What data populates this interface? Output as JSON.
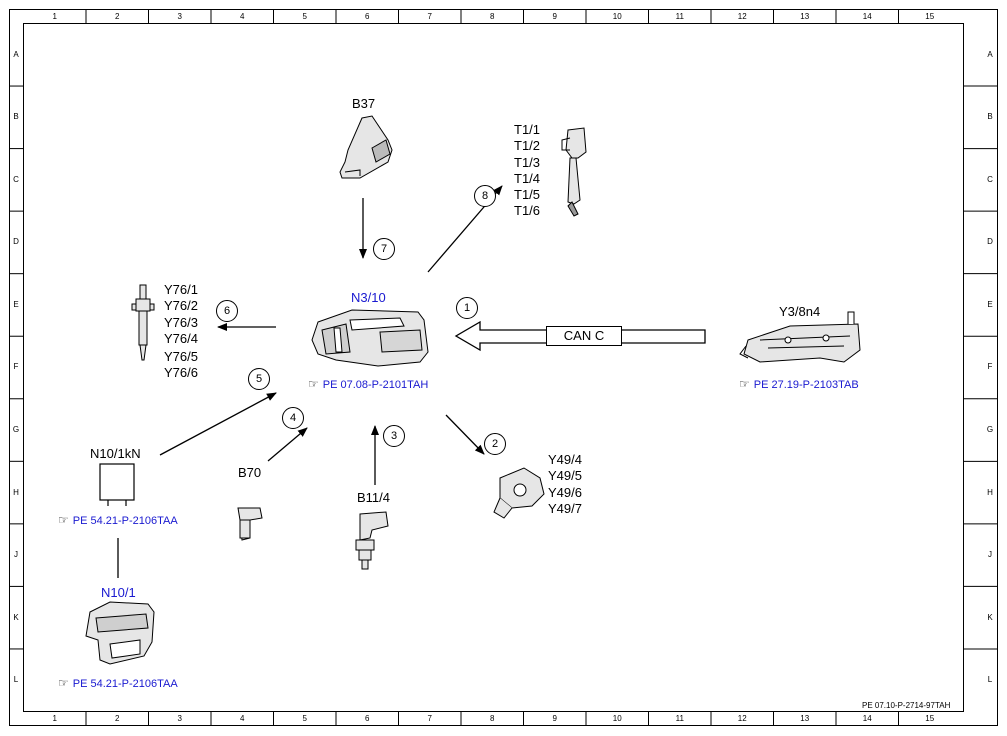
{
  "border": {
    "columns": [
      "1",
      "2",
      "3",
      "4",
      "5",
      "6",
      "7",
      "8",
      "9",
      "10",
      "11",
      "12",
      "13",
      "14",
      "15"
    ],
    "rows": [
      "A",
      "B",
      "C",
      "D",
      "E",
      "F",
      "G",
      "H",
      "J",
      "K",
      "L"
    ]
  },
  "document_id": "PE 07.10-P-2714-97TAH",
  "components": {
    "n3_10": {
      "label": "N3/10",
      "ref": "PE 07.08-P-2101TAH"
    },
    "b37": {
      "label": "B37"
    },
    "t1": {
      "labels": [
        "T1/1",
        "T1/2",
        "T1/3",
        "T1/4",
        "T1/5",
        "T1/6"
      ]
    },
    "y76": {
      "labels": [
        "Y76/1",
        "Y76/2",
        "Y76/3",
        "Y76/4",
        "Y76/5",
        "Y76/6"
      ]
    },
    "y3_8n4": {
      "label": "Y3/8n4",
      "ref": "PE 27.19-P-2103TAB"
    },
    "y49": {
      "labels": [
        "Y49/4",
        "Y49/5",
        "Y49/6",
        "Y49/7"
      ]
    },
    "b11_4": {
      "label": "B11/4"
    },
    "b70": {
      "label": "B70"
    },
    "n10_1kn": {
      "label": "N10/1kN",
      "ref": "PE 54.21-P-2106TAA"
    },
    "n10_1": {
      "label": "N10/1",
      "ref": "PE 54.21-P-2106TAA"
    }
  },
  "can_label": "CAN C",
  "signals": [
    "1",
    "2",
    "3",
    "4",
    "5",
    "6",
    "7",
    "8"
  ]
}
